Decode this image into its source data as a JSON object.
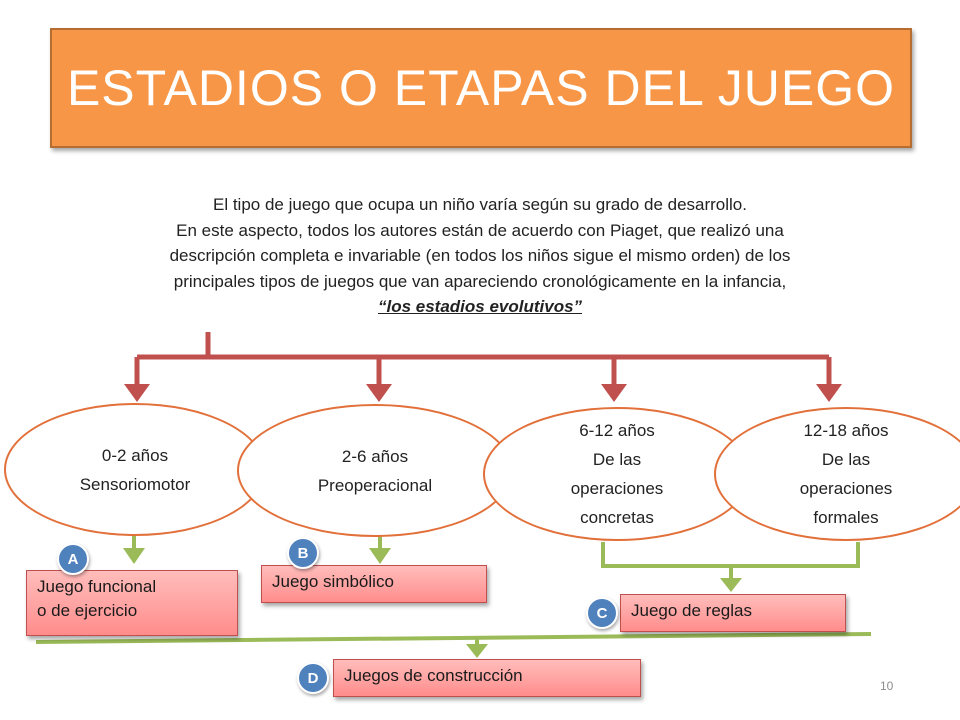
{
  "slide": {
    "title": "ESTADIOS  O ETAPAS DEL JUEGO",
    "intro_lines": [
      "El tipo de juego que ocupa un niño varía según su grado de desarrollo.",
      "En este aspecto, todos los autores están de acuerdo con Piaget, que realizó una",
      "descripción completa e invariable (en todos los niños sigue el mismo orden) de los",
      "principales tipos de juegos que van  apareciendo cronológicamente en la infancia,"
    ],
    "intro_emphasis": "“los estadios evolutivos”",
    "page_number": "10"
  },
  "stages": [
    {
      "lines": [
        "0-2 años",
        "Sensoriomotor"
      ]
    },
    {
      "lines": [
        "2-6 años",
        "Preoperacional"
      ]
    },
    {
      "lines": [
        "6-12 años",
        "De las",
        "operaciones",
        "concretas"
      ]
    },
    {
      "lines": [
        "12-18 años",
        "De las",
        "operaciones",
        "formales"
      ]
    }
  ],
  "games": [
    {
      "badge": "A",
      "lines": [
        "Juego funcional",
        "o de ejercicio"
      ]
    },
    {
      "badge": "B",
      "lines": [
        "Juego simbólico"
      ]
    },
    {
      "badge": "C",
      "lines": [
        "Juego de reglas"
      ]
    },
    {
      "badge": "D",
      "lines": [
        "Juegos de construcción"
      ]
    }
  ],
  "colors": {
    "title_fill": "#f79646",
    "stage_border": "#e2703a",
    "red_connector": "#c0504d",
    "green_connector": "#9bbb59",
    "badge_fill": "#4f81bd",
    "game_box_fill": "#ffa3a2"
  }
}
